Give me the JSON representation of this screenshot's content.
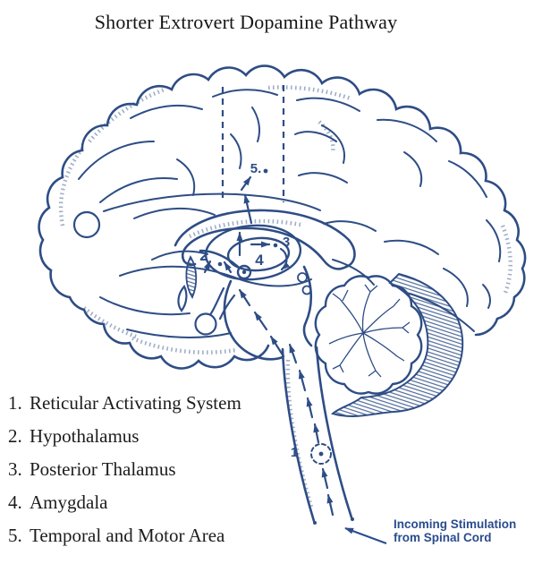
{
  "title": "Shorter Extrovert Dopamine Pathway",
  "legend": {
    "items": [
      {
        "num": "1.",
        "label": "Reticular Activating System"
      },
      {
        "num": "2.",
        "label": "Hypothalamus"
      },
      {
        "num": "3.",
        "label": "Posterior Thalamus"
      },
      {
        "num": "4.",
        "label": "Amygdala"
      },
      {
        "num": "5.",
        "label": "Temporal and Motor Area"
      }
    ]
  },
  "diagram": {
    "markers": {
      "m1": "1",
      "m2": "2",
      "m3": "3",
      "m4": "4",
      "m5": "5."
    },
    "annotation": {
      "line1": "Incoming Stimulation",
      "line2": "from Spinal Cord"
    }
  },
  "colors": {
    "ink": "#2e4d85",
    "text": "#1c1c1c",
    "annotation_blue": "#2a4c8e",
    "background": "#ffffff"
  }
}
